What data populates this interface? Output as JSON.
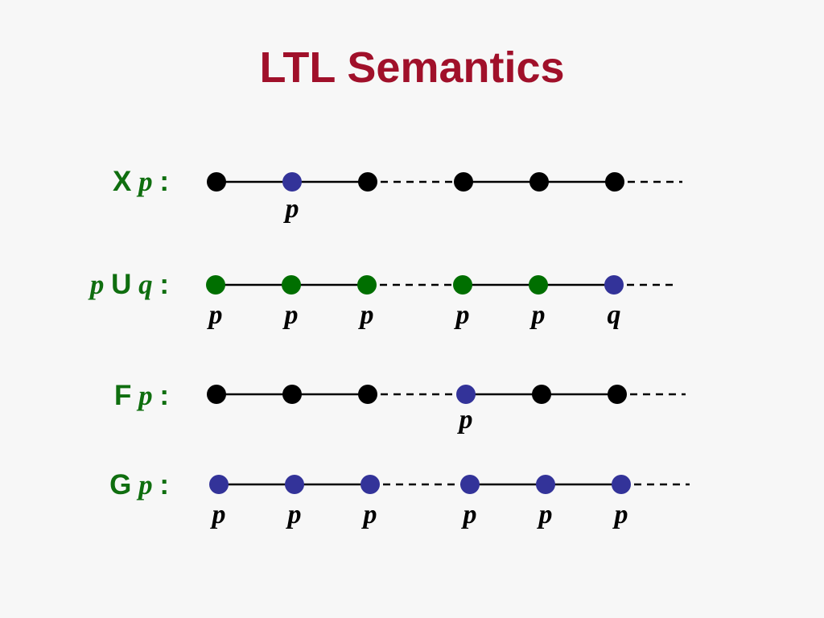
{
  "title": "LTL Semantics",
  "colors": {
    "title": "#a0102a",
    "label": "#0f6e0f",
    "dot_default": "#000000",
    "dot_p": "#006f00",
    "dot_highlight": "#333399",
    "line": "#000000",
    "state_text": "#000000"
  },
  "rows": [
    {
      "id": "next",
      "label": {
        "pre": "",
        "op": "X",
        "var": "p",
        "post": "",
        "colon": ":"
      },
      "states": [
        {
          "kind": "plain",
          "label": ""
        },
        {
          "kind": "highlight",
          "label": "p"
        },
        {
          "kind": "plain",
          "label": ""
        },
        {
          "kind": "plain",
          "label": ""
        },
        {
          "kind": "plain",
          "label": ""
        },
        {
          "kind": "plain",
          "label": ""
        }
      ]
    },
    {
      "id": "until",
      "label": {
        "pre": "p",
        "op": "U",
        "var": "q",
        "post": "",
        "colon": ":"
      },
      "states": [
        {
          "kind": "holds",
          "label": "p"
        },
        {
          "kind": "holds",
          "label": "p"
        },
        {
          "kind": "holds",
          "label": "p"
        },
        {
          "kind": "holds",
          "label": "p"
        },
        {
          "kind": "holds",
          "label": "p"
        },
        {
          "kind": "highlight",
          "label": "q"
        }
      ]
    },
    {
      "id": "finally",
      "label": {
        "pre": "",
        "op": "F",
        "var": "p",
        "post": "",
        "colon": ":"
      },
      "states": [
        {
          "kind": "plain",
          "label": ""
        },
        {
          "kind": "plain",
          "label": ""
        },
        {
          "kind": "plain",
          "label": ""
        },
        {
          "kind": "highlight",
          "label": "p"
        },
        {
          "kind": "plain",
          "label": ""
        },
        {
          "kind": "plain",
          "label": ""
        }
      ]
    },
    {
      "id": "globally",
      "label": {
        "pre": "",
        "op": "G",
        "var": "p",
        "post": "",
        "colon": ":"
      },
      "states": [
        {
          "kind": "highlight",
          "label": "p"
        },
        {
          "kind": "highlight",
          "label": "p"
        },
        {
          "kind": "highlight",
          "label": "p"
        },
        {
          "kind": "highlight",
          "label": "p"
        },
        {
          "kind": "highlight",
          "label": "p"
        },
        {
          "kind": "highlight",
          "label": "p"
        }
      ]
    }
  ]
}
